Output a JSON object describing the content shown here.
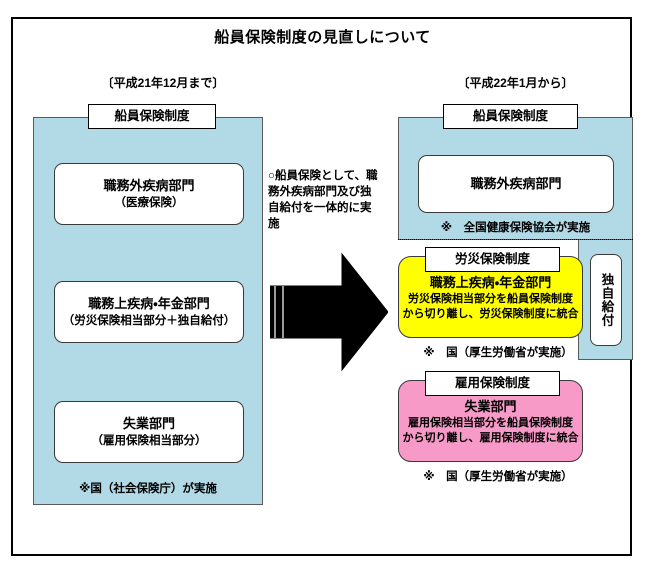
{
  "page": {
    "title": "船員保険制度の見直しについて"
  },
  "columns": {
    "left_header": "〔平成21年12月まで〕",
    "right_header": "〔平成22年1月から〕"
  },
  "left": {
    "system_label": "船員保険制度",
    "divisions": [
      {
        "name": "職務外疾病部門",
        "sub": "（医療保険）"
      },
      {
        "name": "職務上疾病・年金部門",
        "sub": "（労災保険相当部分＋独自給付）"
      },
      {
        "name": "失業部門",
        "sub": "（雇用保険相当部分）"
      }
    ],
    "note": "※国（社会保険庁）が実施"
  },
  "center": {
    "annotation": "○船員保険として、職務外疾病部門及び独自給付を一体的に実施",
    "arrow_icon": "right-arrow-icon"
  },
  "right": {
    "system_label": "船員保険制度",
    "health_division": "職務外疾病部門",
    "health_note": "※　全国健康保険協会が実施",
    "dokuji_label": "独自給付",
    "rosai": {
      "caption": "労災保険制度",
      "title": "職務上疾病・年金部門",
      "desc_line1": "労災保険相当部分を船員保険制度",
      "desc_line2": "から切り離し、労災保険制度に統合",
      "note": "※　国（厚生労働省が実施）"
    },
    "koyou": {
      "caption": "雇用保険制度",
      "title": "失業部門",
      "desc_line1": "雇用保険相当部分を船員保険制度",
      "desc_line2": "から切り離し、雇用保険制度に統合",
      "note": "※　国（厚生労働省が実施）"
    }
  },
  "colors": {
    "panel_blue": "#b2d9e6",
    "rosai_yellow": "#ffff00",
    "koyou_pink": "#f79ac8",
    "arrow_black": "#000000",
    "border": "#000000"
  }
}
